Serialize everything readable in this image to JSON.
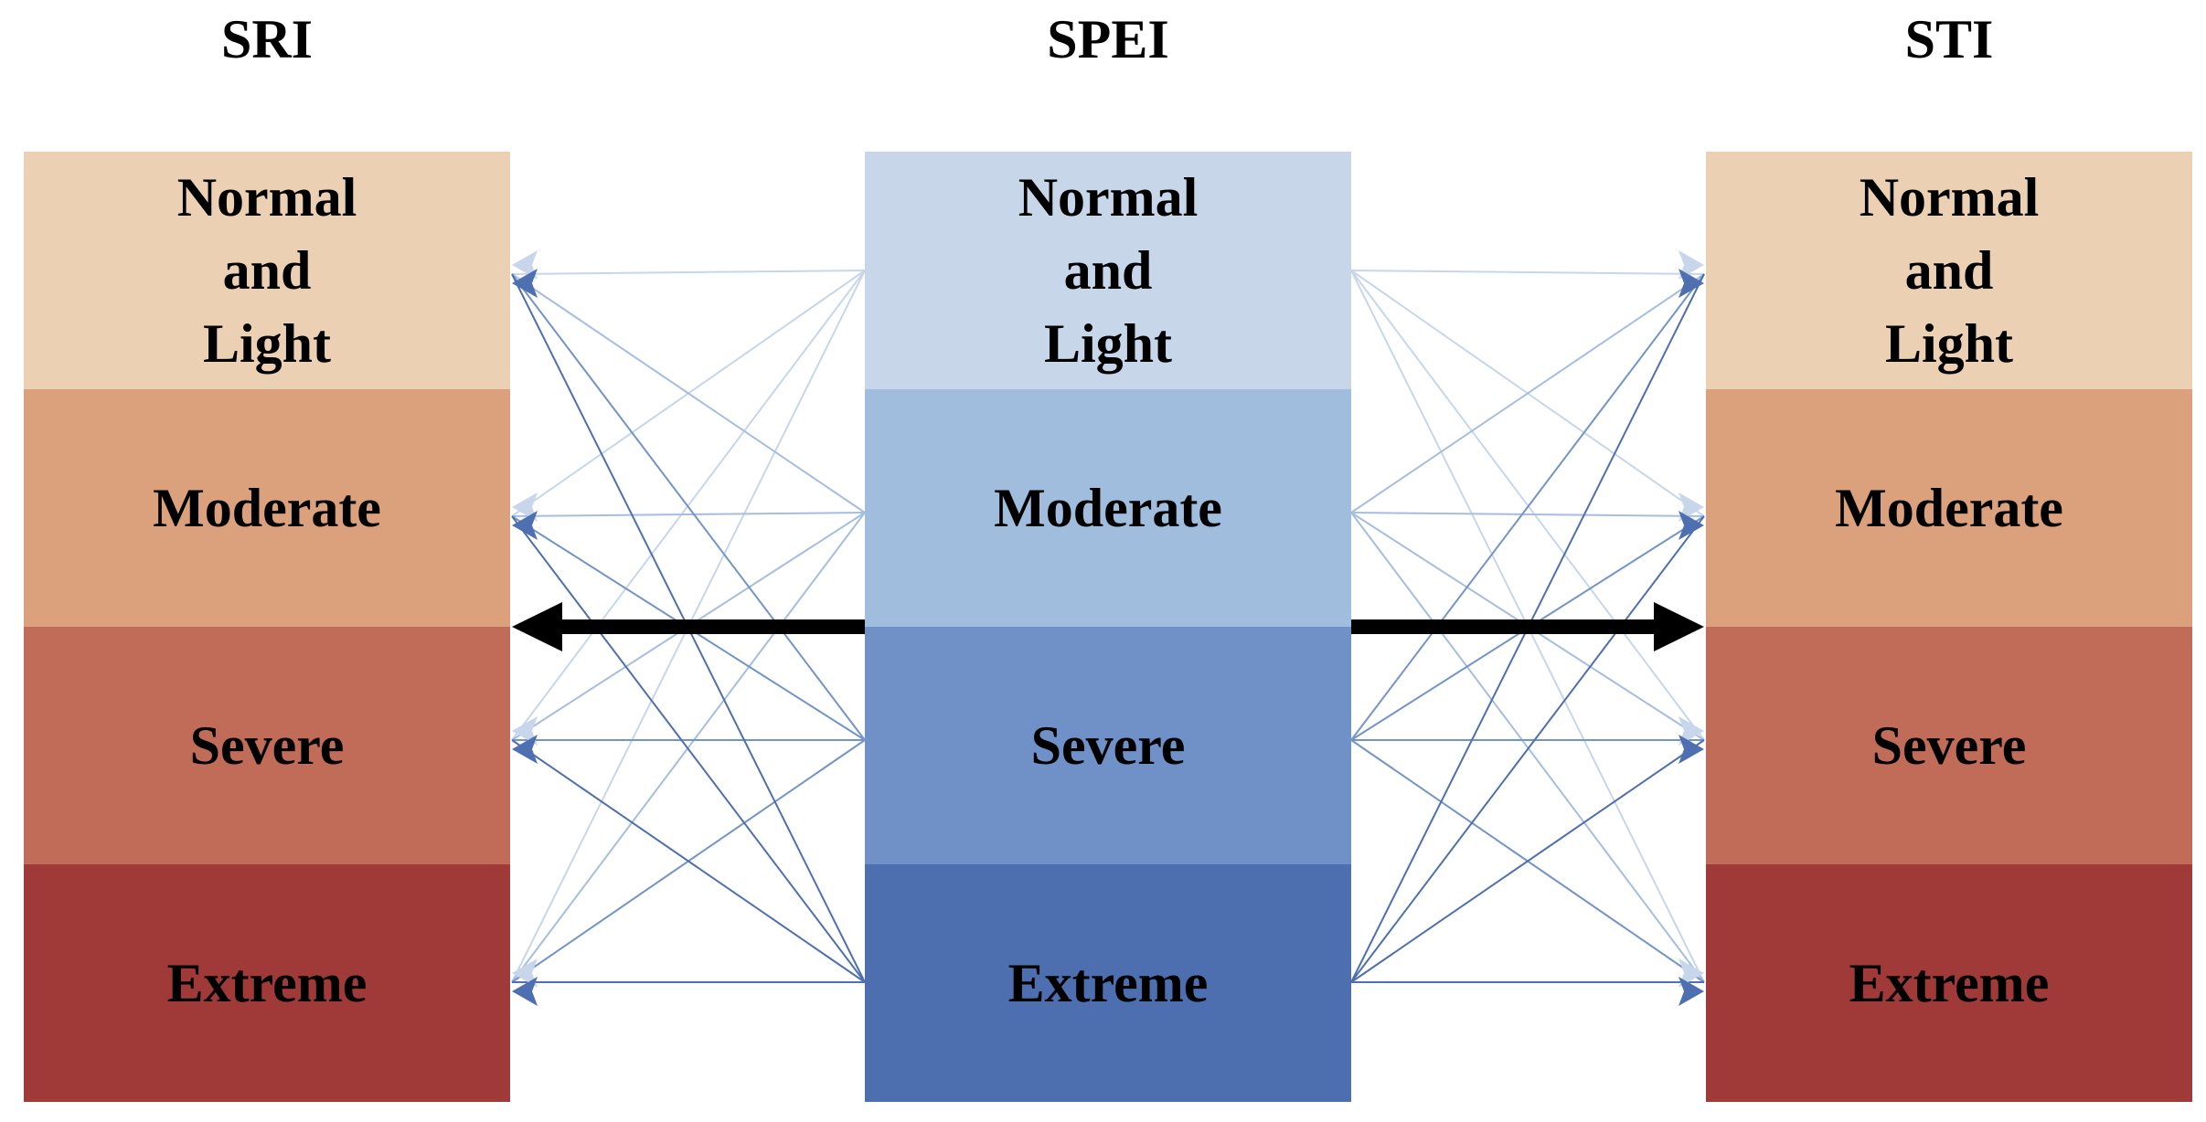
{
  "indices": {
    "sri": {
      "title": "SRI",
      "levels": [
        {
          "lines": [
            "Normal",
            "and",
            "Light"
          ],
          "color": "#ECD0B3"
        },
        {
          "lines": [
            "Moderate"
          ],
          "color": "#DBA07C"
        },
        {
          "lines": [
            "Severe"
          ],
          "color": "#C06C58"
        },
        {
          "lines": [
            "Extreme"
          ],
          "color": "#A03A39"
        }
      ]
    },
    "spei": {
      "title": "SPEI",
      "levels": [
        {
          "lines": [
            "Normal",
            "and",
            "Light"
          ],
          "color": "#C8D6E9"
        },
        {
          "lines": [
            "Moderate"
          ],
          "color": "#A0BDDE"
        },
        {
          "lines": [
            "Severe"
          ],
          "color": "#6F91C7"
        },
        {
          "lines": [
            "Extreme"
          ],
          "color": "#4E6FAF"
        }
      ]
    },
    "sti": {
      "title": "STI",
      "levels": [
        {
          "lines": [
            "Normal",
            "and",
            "Light"
          ],
          "color": "#ECD0B3"
        },
        {
          "lines": [
            "Moderate"
          ],
          "color": "#DBA07C"
        },
        {
          "lines": [
            "Severe"
          ],
          "color": "#C06C58"
        },
        {
          "lines": [
            "Extreme"
          ],
          "color": "#A03A39"
        }
      ]
    }
  },
  "connectors": {
    "thin_line_colors": [
      "#C7D6EA",
      "#A5BEDF",
      "#7394C9",
      "#4E6FB0"
    ],
    "main_arrow_color": "#000000"
  }
}
